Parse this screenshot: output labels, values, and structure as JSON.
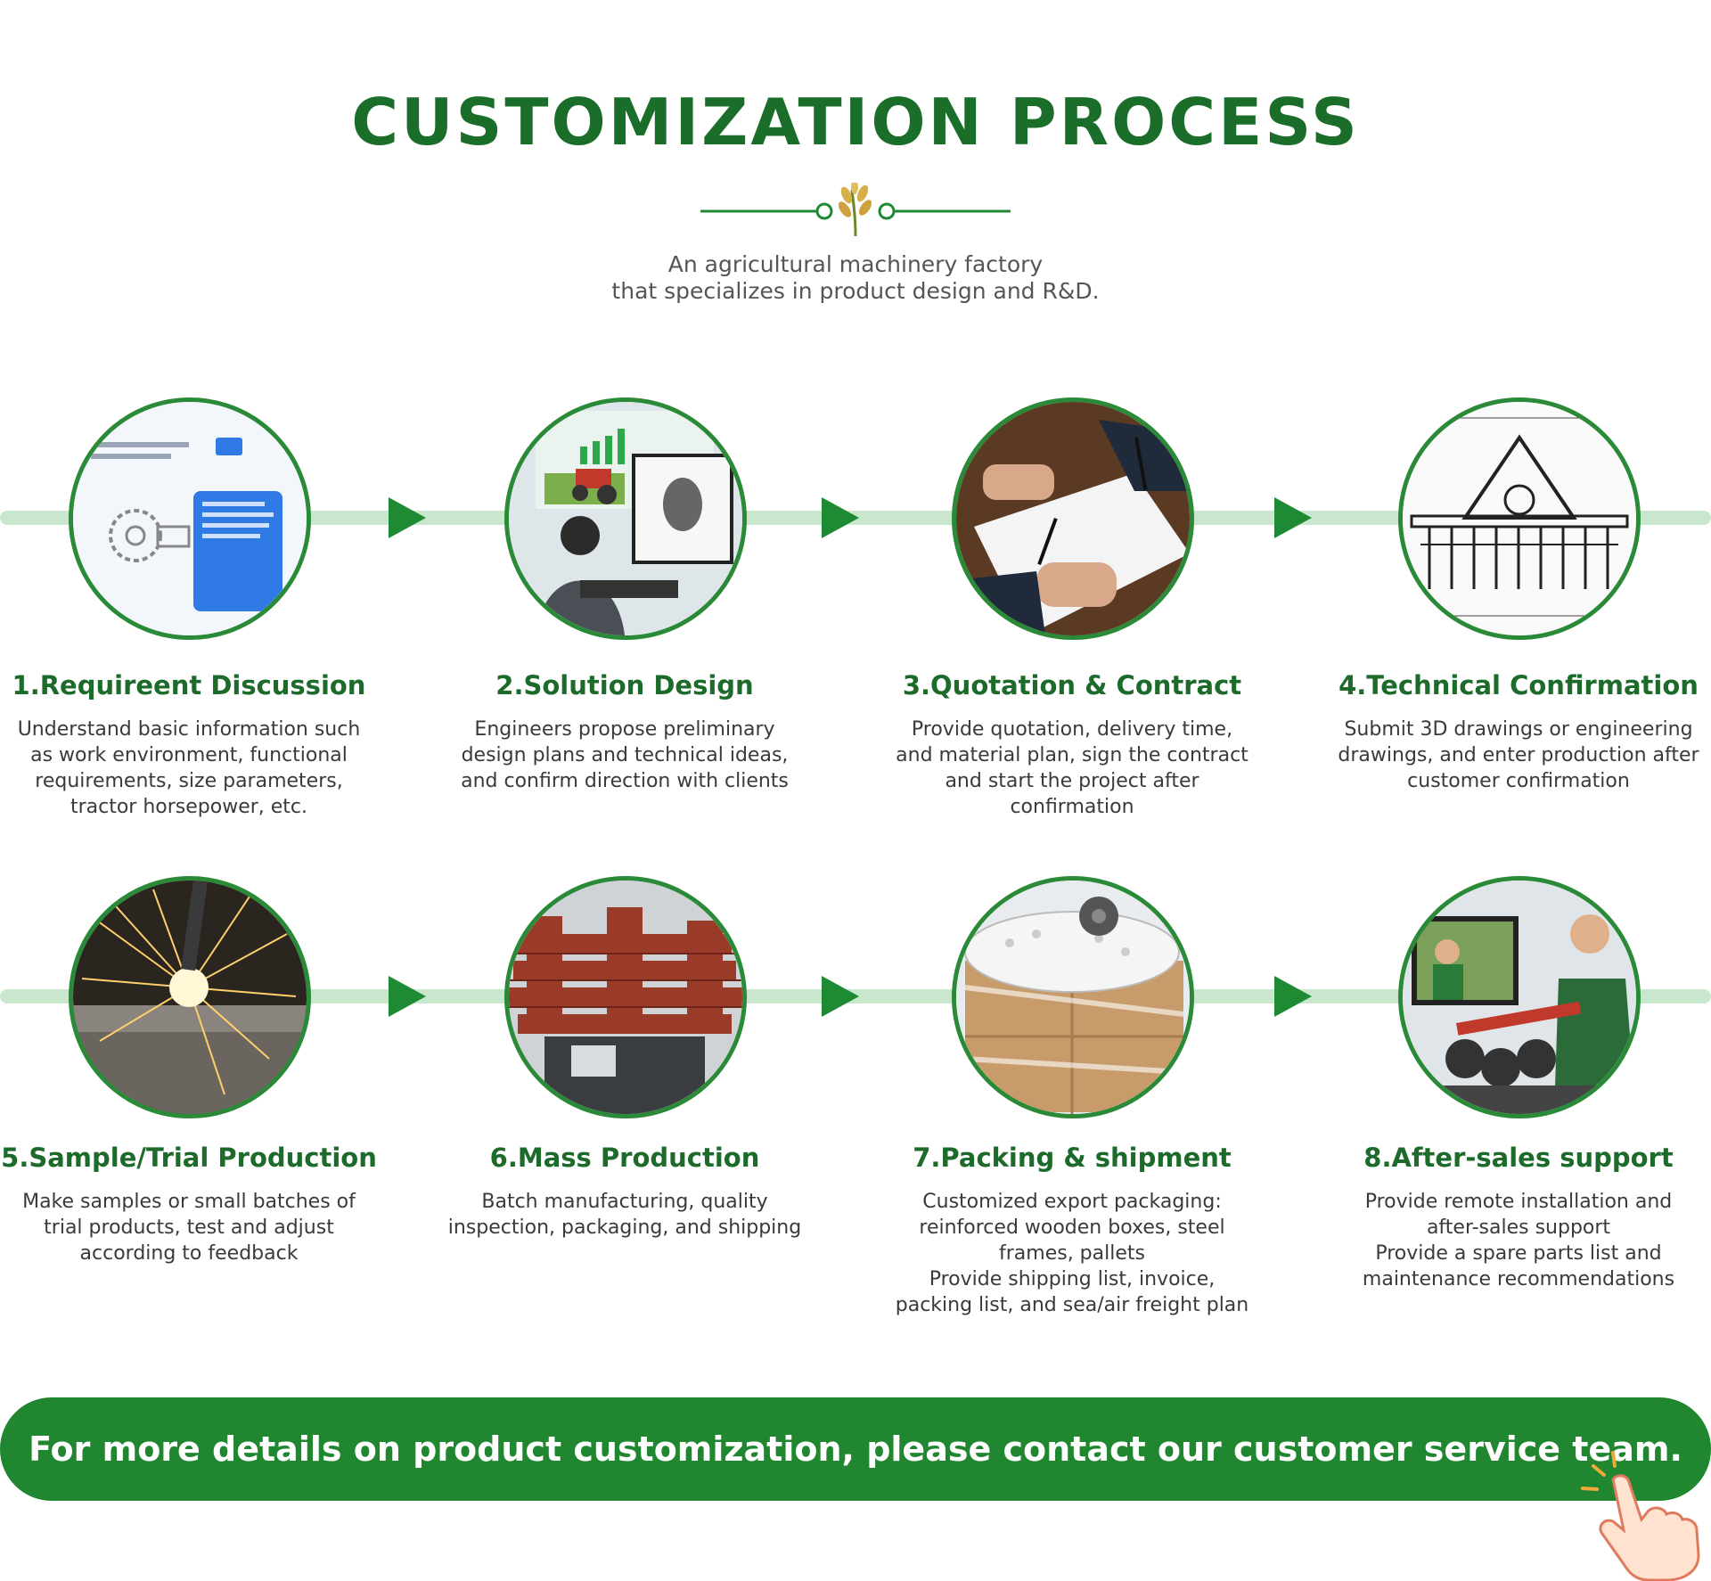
{
  "header": {
    "title": "CUSTOMIZATION PROCESS",
    "subtitle_lines": [
      "An agricultural machinery factory",
      "that specializes in product design and R&D."
    ]
  },
  "steps": [
    {
      "title": "1.Requireent Discussion",
      "desc": [
        "Understand basic information such",
        "as work environment, functional",
        "requirements, size parameters,",
        "tractor horsepower, etc."
      ],
      "image": "chat-sketch-screen"
    },
    {
      "title": "2.Solution Design",
      "desc": [
        "Engineers propose preliminary",
        "design plans and technical ideas,",
        "and confirm direction with clients"
      ],
      "image": "engineer-at-computer"
    },
    {
      "title": "3.Quotation & Contract",
      "desc": [
        "Provide quotation, delivery time,",
        "and material plan, sign the contract",
        "and start the project after",
        "confirmation"
      ],
      "image": "signing-contract"
    },
    {
      "title": "4.Technical Confirmation",
      "desc": [
        "Submit 3D drawings or engineering",
        "drawings, and enter production after",
        "customer confirmation"
      ],
      "image": "technical-drawing"
    },
    {
      "title": "5.Sample/Trial Production",
      "desc": [
        "Make samples or small batches of",
        "trial products, test and adjust",
        "according to feedback"
      ],
      "image": "welding-sparks"
    },
    {
      "title": "6.Mass Production",
      "desc": [
        "Batch manufacturing, quality",
        "inspection, packaging, and shipping"
      ],
      "image": "stacked-parts"
    },
    {
      "title": "7.Packing & shipment",
      "desc": [
        "Customized export packaging:",
        "reinforced wooden boxes, steel",
        "frames, pallets",
        "Provide shipping list, invoice,",
        "packing list, and sea/air freight plan"
      ],
      "image": "packing-boxes"
    },
    {
      "title": "8.After-sales support",
      "desc": [
        "Provide remote installation and",
        "after-sales support",
        "Provide a spare parts list and",
        "maintenance recommendations"
      ],
      "image": "remote-support"
    }
  ],
  "cta": {
    "label": "For more details on product customization, please contact our customer service team."
  },
  "colors": {
    "brand_green": "#1a6e2a",
    "button_green": "#20862f",
    "line_green": "#c9e7cd"
  }
}
